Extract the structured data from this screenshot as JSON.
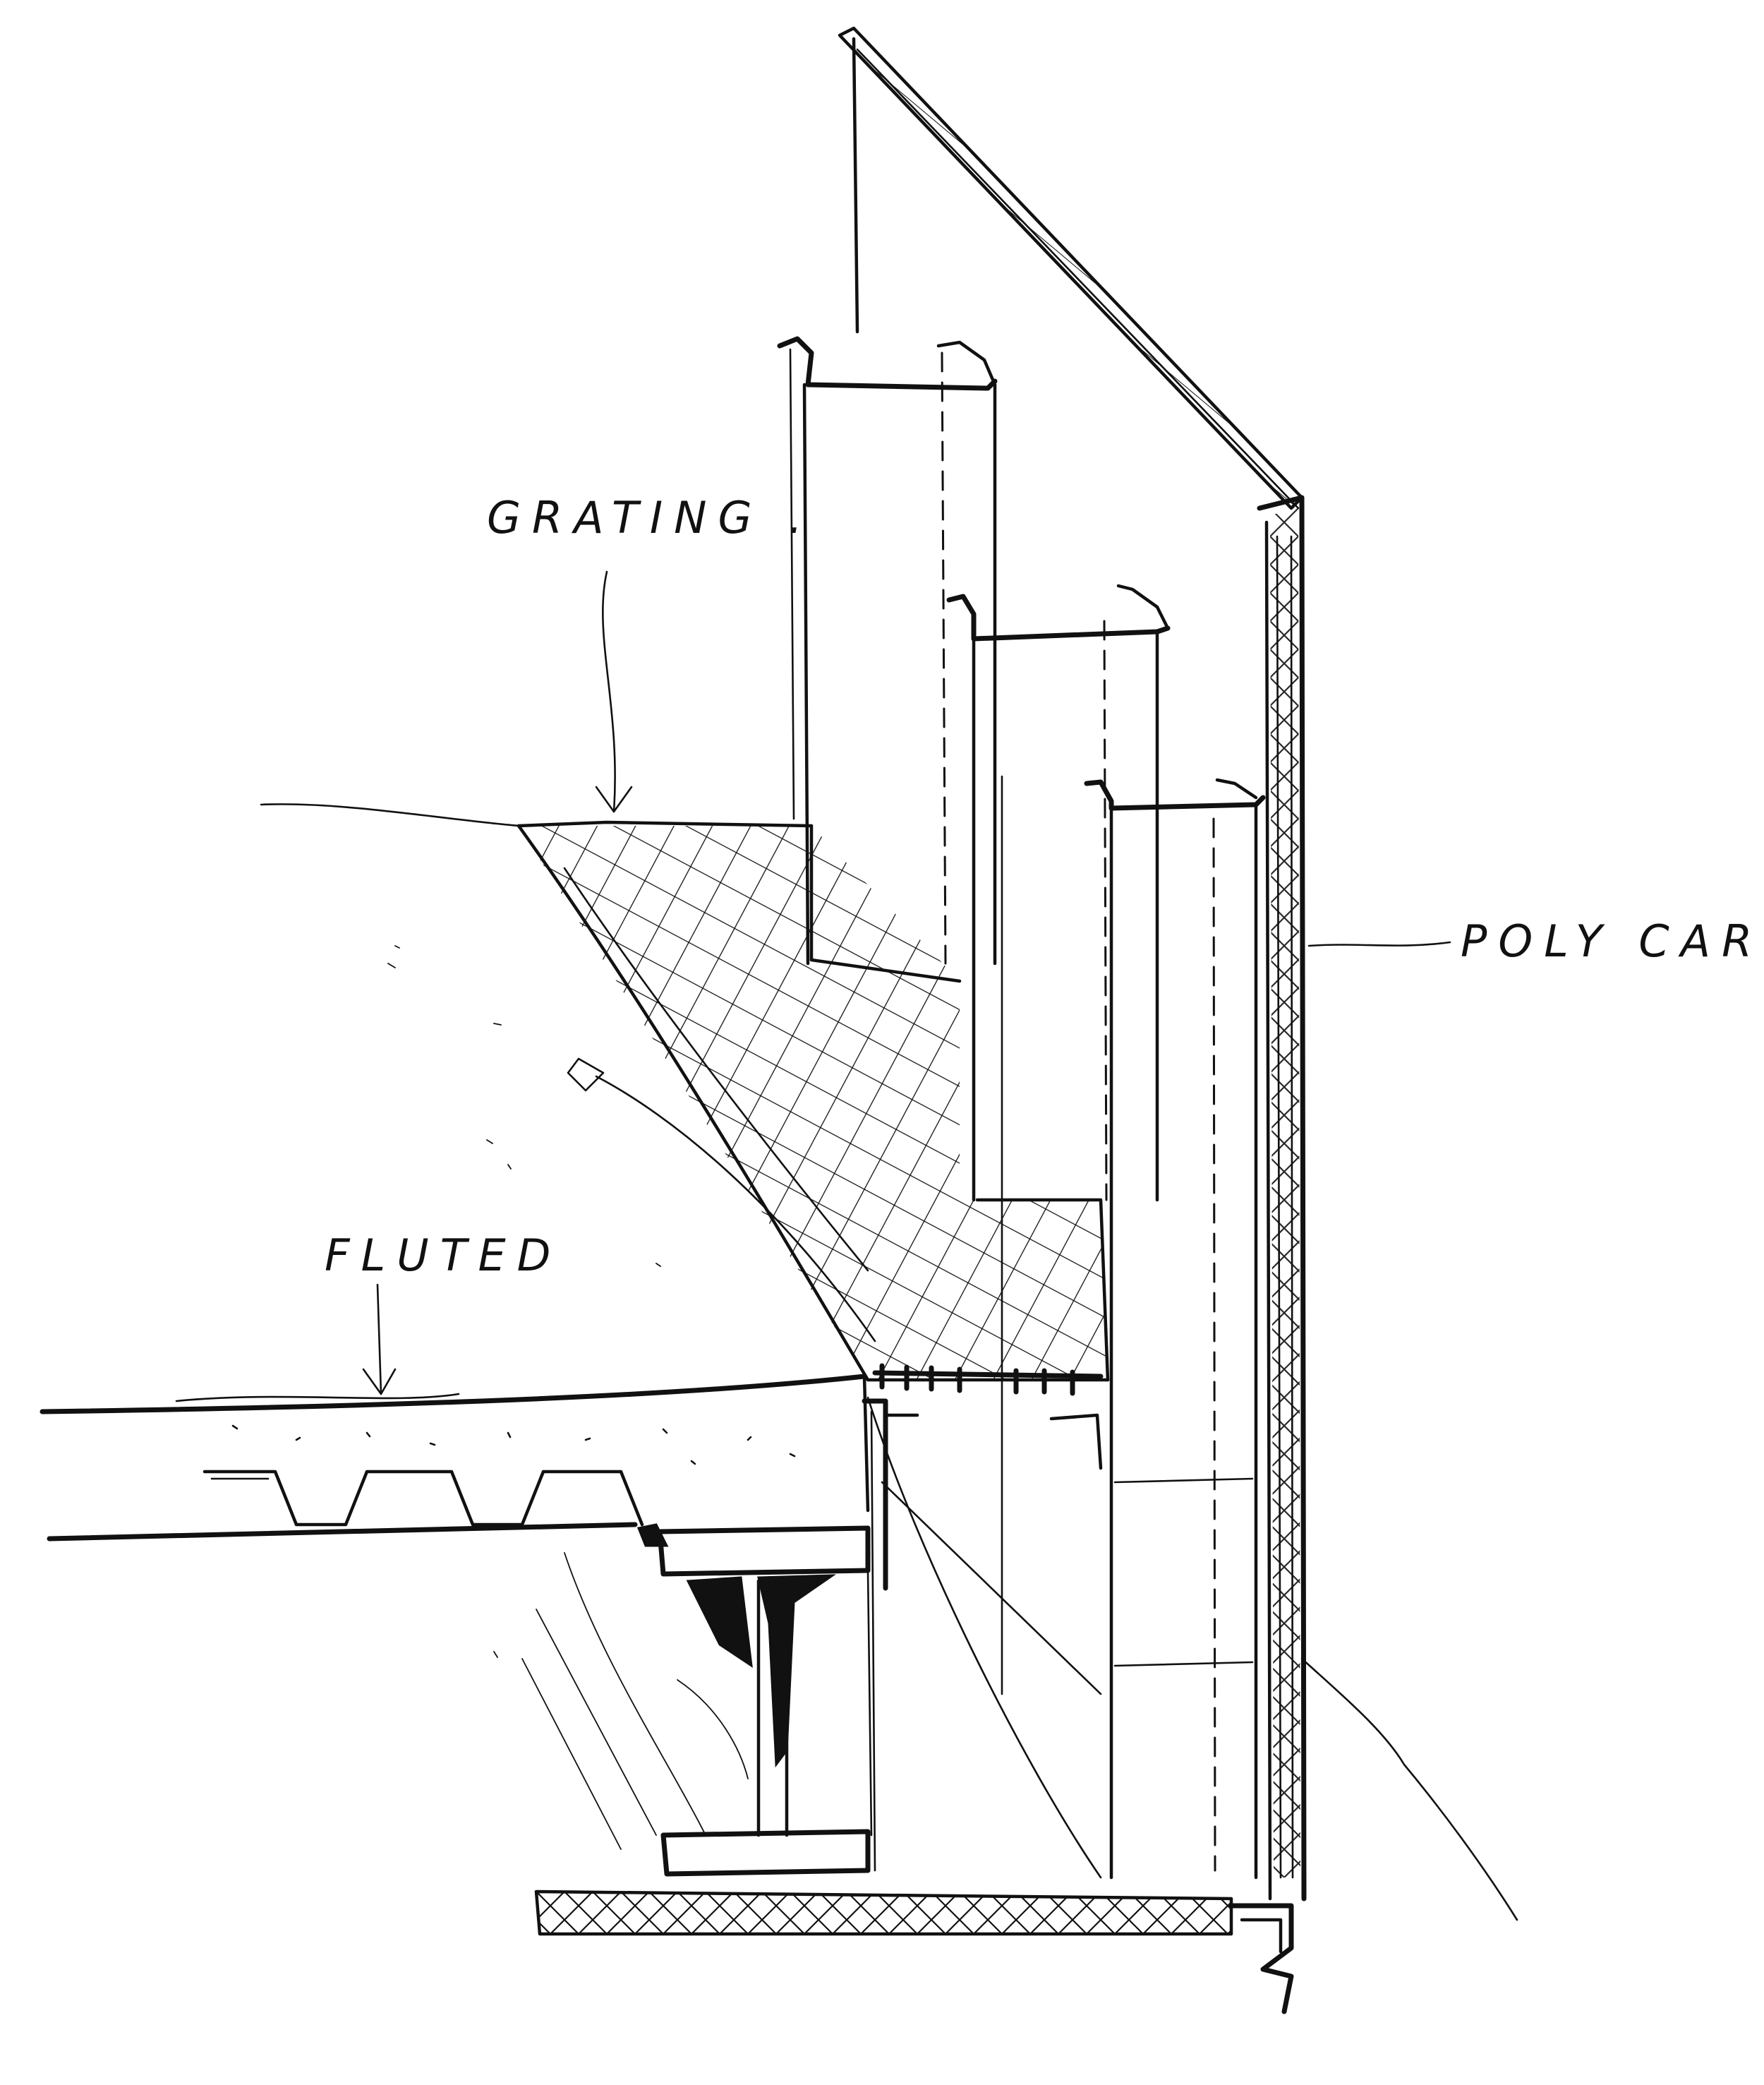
{
  "labels": {
    "grating": "GRATING .",
    "polycarb": "POLY CARB .",
    "fluted": "FLUTED"
  },
  "colors": {
    "ink": "#111111",
    "paper": "#ffffff"
  }
}
